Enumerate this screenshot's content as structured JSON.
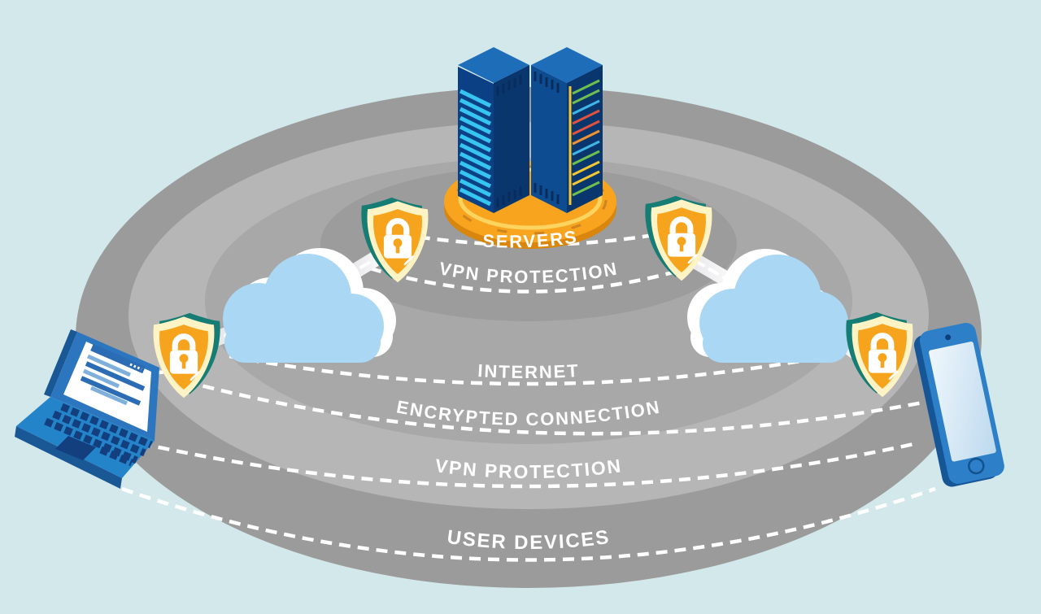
{
  "scene": {
    "name": "VPN protection network diagram",
    "description": "Isometric illustration of user devices connecting to servers through VPN protection layers"
  },
  "labels": {
    "servers": "SERVERS",
    "vpn_protection_inner": "VPN PROTECTION",
    "internet": "INTERNET",
    "encrypted_connection": "ENCRYPTED CONNECTION",
    "vpn_protection_outer": "VPN PROTECTION",
    "user_devices": "USER DEVICES"
  },
  "icons": [
    "server-tower-icon",
    "gold-platform-icon",
    "shield-lock-icon-top-left",
    "shield-lock-icon-top-right",
    "shield-lock-icon-left",
    "shield-lock-icon-right",
    "cloud-icon-left",
    "cloud-icon-right",
    "laptop-icon",
    "smartphone-icon"
  ],
  "colors": {
    "background": "#d2e8ea",
    "ring_outer_dark": "#9b9b9b",
    "ring_light": "#b6b6b6",
    "ring_medium": "#a8a8a8",
    "ring_core_dark": "#9c9c9c",
    "dash_white": "#ffffff",
    "platform_gold": "#f8a41f",
    "platform_side": "#d8860d",
    "platform_rim": "#ffd45e",
    "shield_teal": "#157d74",
    "shield_cream": "#fdf3c4",
    "shield_orange": "#f6a41d",
    "padlock_white": "#ffffff",
    "cloud_blue": "#aad7f3",
    "cloud_white": "#ffffff",
    "server_blue_dark": "#0a366e",
    "server_blue": "#0e4c92",
    "server_blue_top": "#1d6db9",
    "server_stripe_cyan": "#35c5f0",
    "cable_green": "#6fbf4e",
    "cable_red": "#e0513f",
    "cable_orange": "#f29130",
    "cable_yellow": "#f2c731",
    "cable_cyan": "#3fb6e8",
    "device_blue": "#2b76bf",
    "device_blue_dark": "#143f7e",
    "label_text": "#ffffff"
  }
}
